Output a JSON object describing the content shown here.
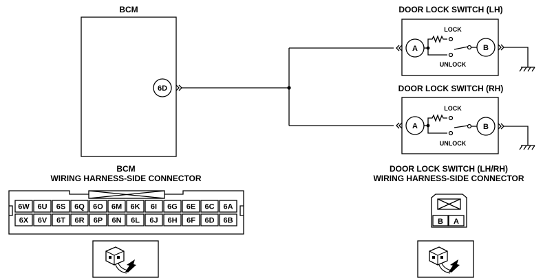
{
  "bcm": {
    "title": "BCM",
    "terminal": "6D",
    "connector_title_1": "BCM",
    "connector_title_2": "WIRING HARNESS-SIDE CONNECTOR",
    "connector_row1": [
      "6W",
      "6U",
      "6S",
      "6Q",
      "6O",
      "6M",
      "6K",
      "6I",
      "6G",
      "6E",
      "6C",
      "6A"
    ],
    "connector_row2": [
      "6X",
      "6V",
      "6T",
      "6R",
      "6P",
      "6N",
      "6L",
      "6J",
      "6H",
      "6F",
      "6D",
      "6B"
    ]
  },
  "switch_lh": {
    "title": "DOOR LOCK SWITCH (LH)",
    "terminal_a": "A",
    "terminal_b": "B",
    "lock_label": "LOCK",
    "unlock_label": "UNLOCK"
  },
  "switch_rh": {
    "title": "DOOR LOCK SWITCH (RH)",
    "terminal_a": "A",
    "terminal_b": "B",
    "lock_label": "LOCK",
    "unlock_label": "UNLOCK"
  },
  "switch_connector": {
    "title_1": "DOOR LOCK SWITCH (LH/RH)",
    "title_2": "WIRING HARNESS-SIDE CONNECTOR",
    "pins": [
      "B",
      "A"
    ]
  },
  "icons": {
    "bcm_connector_view": "connector-plug-arrow-icon",
    "switch_connector_view": "connector-plug-arrow-icon",
    "ground": "ground-icon"
  }
}
